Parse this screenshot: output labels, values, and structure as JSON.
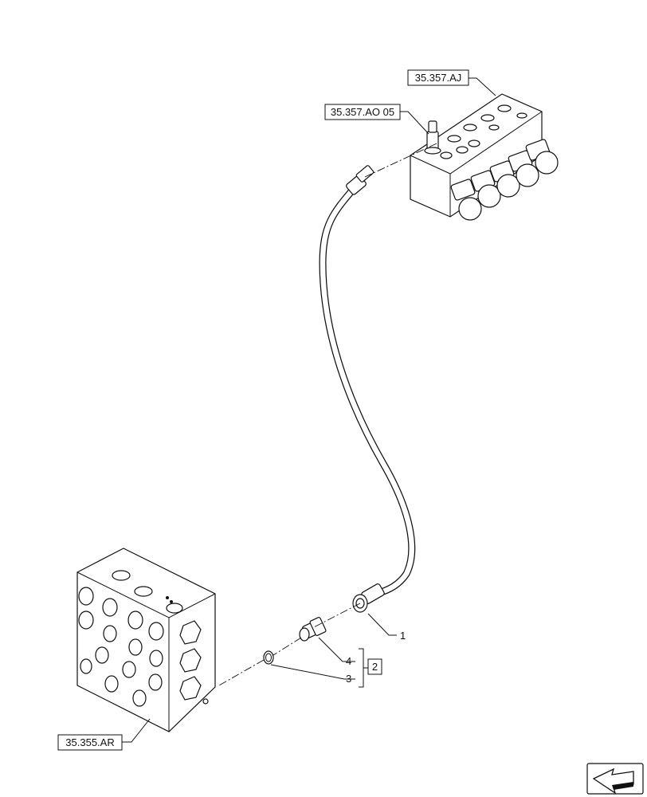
{
  "references": {
    "upper_valve": "35.357.AJ",
    "upper_fitting": "35.357.AO 05",
    "lower_valve": "35.355.AR"
  },
  "callouts": {
    "hose": "1",
    "kit": "2",
    "oring": "3",
    "adapter": "4"
  },
  "nav_icon": "arrow-icon"
}
